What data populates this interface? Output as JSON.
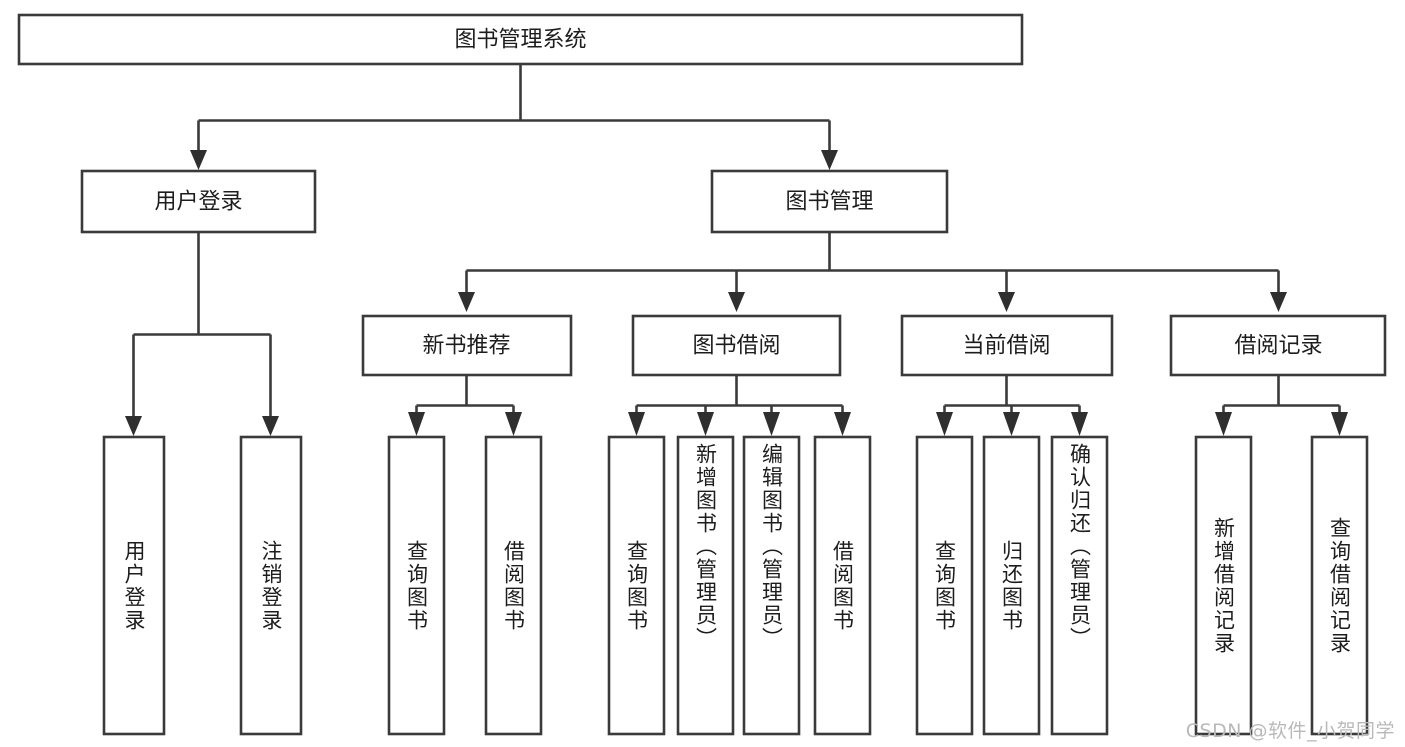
{
  "diagram": {
    "type": "tree",
    "title": "图书管理系统",
    "orientation": "top-down",
    "leaf_text_orientation": "vertical",
    "colors": {
      "box_border": "#3a3a3a",
      "box_fill": "#ffffff",
      "connector": "#3a3a3a",
      "text": "#1d1d1d",
      "watermark": "#b9b9b9",
      "background": "#ffffff"
    },
    "nodes": {
      "root": {
        "id": "root",
        "label": "图书管理系统",
        "level": 0
      },
      "level1": [
        {
          "id": "user-login",
          "label": "用户登录",
          "level": 1
        },
        {
          "id": "book-management",
          "label": "图书管理",
          "level": 1
        }
      ],
      "level2": [
        {
          "id": "new-book-recommend",
          "label": "新书推荐",
          "level": 2,
          "parent": "book-management"
        },
        {
          "id": "book-borrow",
          "label": "图书借阅",
          "level": 2,
          "parent": "book-management"
        },
        {
          "id": "current-borrow",
          "label": "当前借阅",
          "level": 2,
          "parent": "book-management"
        },
        {
          "id": "borrow-record",
          "label": "借阅记录",
          "level": 2,
          "parent": "book-management"
        }
      ],
      "leaves": [
        {
          "id": "leaf-user-login",
          "label": "用户登录",
          "parent": "user-login"
        },
        {
          "id": "leaf-logout-login",
          "label": "注销登录",
          "parent": "user-login"
        },
        {
          "id": "leaf-query-book-1",
          "label": "查询图书",
          "parent": "new-book-recommend"
        },
        {
          "id": "leaf-borrow-book-1",
          "label": "借阅图书",
          "parent": "new-book-recommend"
        },
        {
          "id": "leaf-query-book-2",
          "label": "查询图书",
          "parent": "book-borrow"
        },
        {
          "id": "leaf-add-book",
          "label": "新增图书（管理员）",
          "parent": "book-borrow"
        },
        {
          "id": "leaf-edit-book",
          "label": "编辑图书（管理员）",
          "parent": "book-borrow"
        },
        {
          "id": "leaf-borrow-book-2",
          "label": "借阅图书",
          "parent": "book-borrow"
        },
        {
          "id": "leaf-query-book-3",
          "label": "查询图书",
          "parent": "current-borrow"
        },
        {
          "id": "leaf-return-book",
          "label": "归还图书",
          "parent": "current-borrow"
        },
        {
          "id": "leaf-confirm-return",
          "label": "确认归还（管理员）",
          "parent": "current-borrow"
        },
        {
          "id": "leaf-add-record",
          "label": "新增借阅记录",
          "parent": "borrow-record"
        },
        {
          "id": "leaf-query-record",
          "label": "查询借阅记录",
          "parent": "borrow-record"
        }
      ]
    }
  },
  "watermark": {
    "text": "CSDN @软件_小贺同学"
  }
}
